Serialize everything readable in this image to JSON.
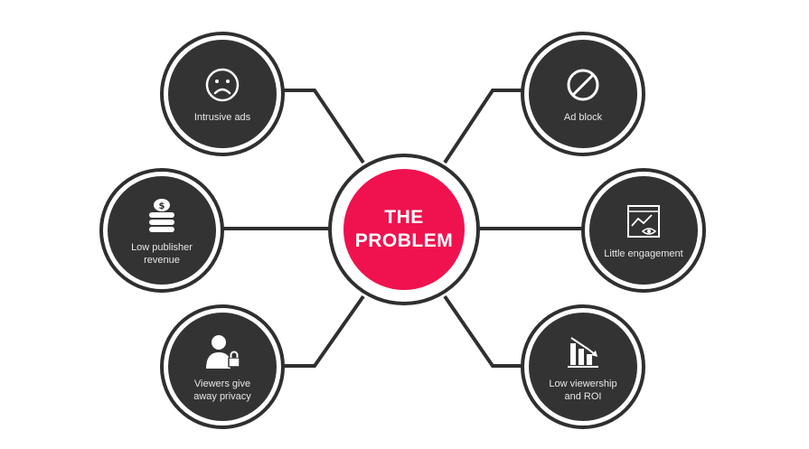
{
  "center": {
    "line1": "THE",
    "line2": "PROBLEM",
    "color": "#f0124e"
  },
  "nodes": [
    {
      "label": "Intrusive ads",
      "icon": "sad-face-icon"
    },
    {
      "label": "Low publisher revenue",
      "icon": "coins-icon"
    },
    {
      "label": "Viewers give away privacy",
      "icon": "user-lock-icon"
    },
    {
      "label": "Ad block",
      "icon": "block-icon"
    },
    {
      "label": "Little engagement",
      "icon": "analytics-eye-icon"
    },
    {
      "label": "Low viewership and ROI",
      "icon": "declining-chart-icon"
    }
  ],
  "colors": {
    "node": "#333333",
    "line": "#2f2f2f"
  }
}
